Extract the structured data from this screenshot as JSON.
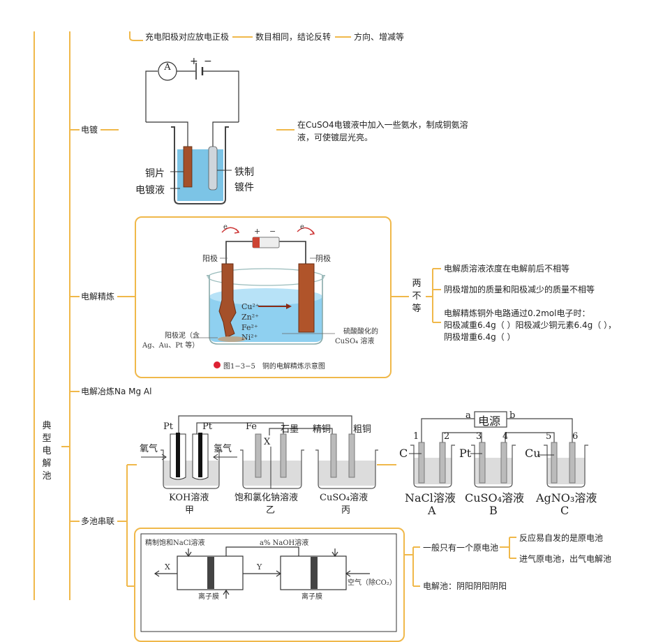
{
  "root": {
    "label": "典型电解池",
    "chars": [
      "典",
      "型",
      "电",
      "解",
      "池"
    ]
  },
  "top_chain": {
    "item1": "充电阳极对应放电正极",
    "item2": "数目相同，结论反转",
    "item3": "方向、增减等"
  },
  "electroplating": {
    "title": "电镀",
    "note_line1": "在CuSO4电镀液中加入一些氨水，制成铜氨溶",
    "note_line2": "液，可使镀层光亮。",
    "fig": {
      "ammeter": "A",
      "plus": "+",
      "minus": "−",
      "copper_sheet": "铜片",
      "bath": "电镀液",
      "iron_l1": "铁制",
      "iron_l2": "镀件"
    }
  },
  "refining": {
    "title": "电解精炼",
    "two_not": [
      "两",
      "不",
      "等"
    ],
    "points": [
      "电解质溶液浓度在电解前后不相等",
      "阴极增加的质量和阳极减少的质量不相等"
    ],
    "question": {
      "line1": "电解精炼铜外电路通过0.2mol电子时：",
      "line2": "阳极减重6.4g（  ）阳极减少铜元素6.4g（  ），",
      "line3": "阴极增重6.4g（  ）"
    },
    "fig": {
      "e_left": "e",
      "e_right": "e",
      "plus": "+",
      "minus": "−",
      "anode": "阳极",
      "cathode": "阴极",
      "ions": [
        "Cu²⁺",
        "Zn²⁺",
        "Fe²⁺",
        "Ni²⁺"
      ],
      "mud_l1": "阳极泥（含",
      "mud_l2": "Ag、Au、Pt 等）",
      "sol_l1": "硫酸酸化的",
      "sol_l2": "CuSO₄ 溶液",
      "caption": "图1−3−5　铜的电解精炼示意图"
    }
  },
  "smelting": {
    "title": "电解冶炼Na Mg Al"
  },
  "multi_cell": {
    "title": "多池串联",
    "fig1": {
      "pt1": "Pt",
      "pt2": "Pt",
      "fe": "Fe",
      "x": "X",
      "graphite": "石墨",
      "pure_cu": "精铜",
      "crude_cu": "粗铜",
      "oxygen": "氧气",
      "hydrogen": "氢气",
      "sol_a": "KOH溶液",
      "sol_b": "饱和氯化钠溶液",
      "sol_c": "CuSO₄溶液",
      "name_a": "甲",
      "name_b": "乙",
      "name_c": "丙"
    },
    "fig2": {
      "a": "a",
      "b": "b",
      "power": "电源",
      "nums": [
        "1",
        "2",
        "3",
        "4",
        "5",
        "6"
      ],
      "c": "C",
      "pt": "Pt",
      "cu": "Cu",
      "sol_a": "NaCl溶液",
      "sol_b": "CuSO₄溶液",
      "sol_c": "AgNO₃溶液",
      "name_a": "A",
      "name_b": "B",
      "name_c": "C"
    },
    "fig3": {
      "nacl": "精制饱和NaCl溶液",
      "naoh": "a% NaOH溶液",
      "x": "X",
      "y": "Y",
      "air": "空气（除CO₂）",
      "membrane1": "离子膜",
      "membrane2": "离子膜"
    },
    "right": {
      "one_primary": "一般只有一个原电池",
      "rule1": "反应易自发的是原电池",
      "rule2": "进气原电池，出气电解池",
      "electrolysis": "电解池：阴阳阴阳阴阳"
    }
  },
  "colors": {
    "accent": "#f0b84a",
    "solution": "#7cc4e6",
    "copper": "#a4502a"
  }
}
